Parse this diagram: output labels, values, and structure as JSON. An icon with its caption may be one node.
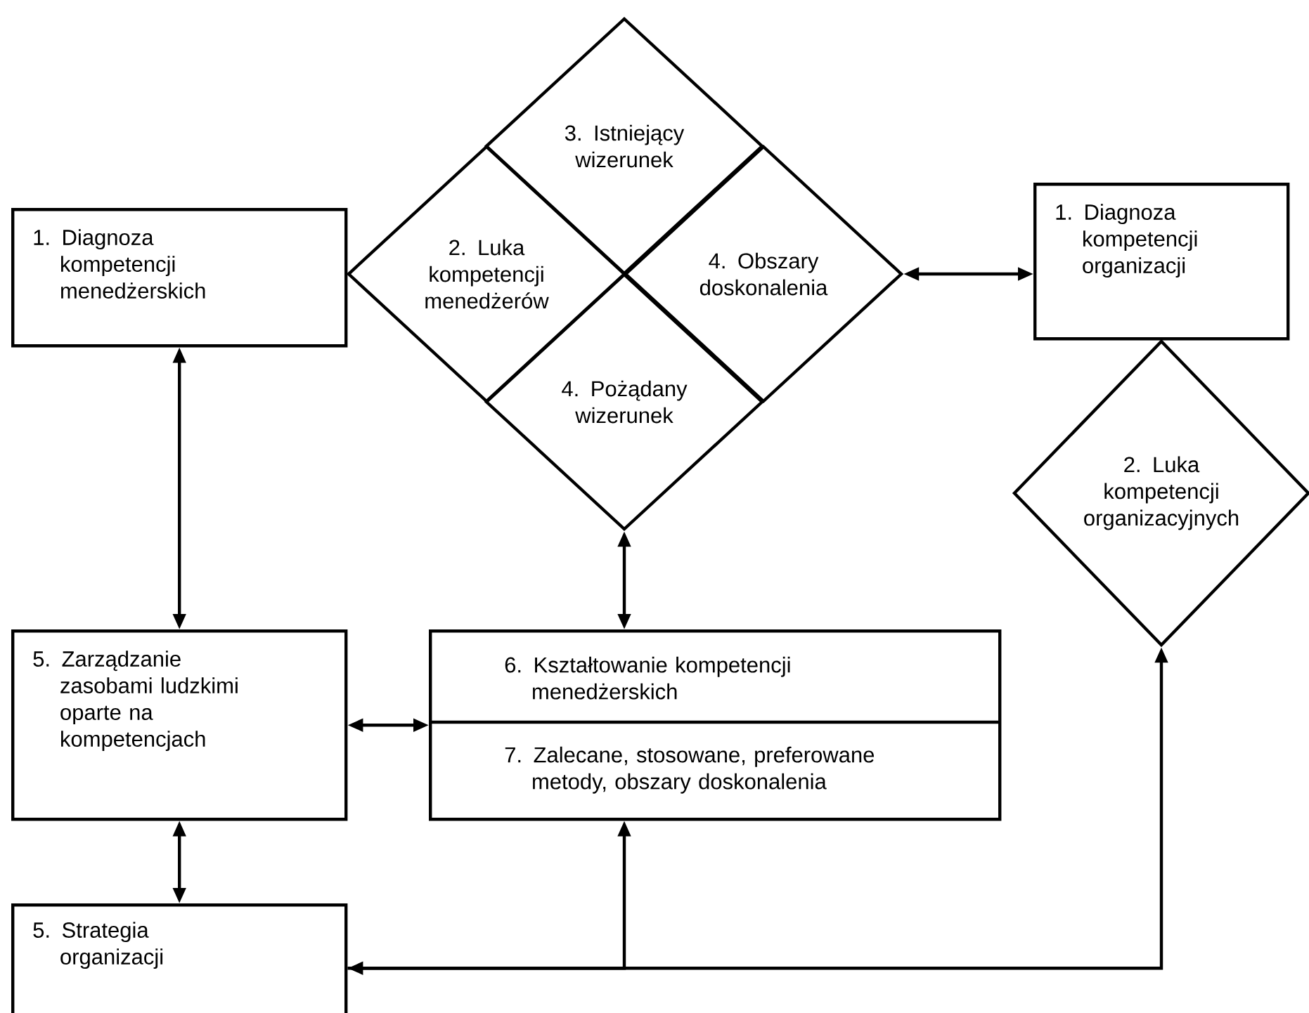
{
  "diagram": {
    "nodes": [
      {
        "text": [
          "1. Diagnoza kompetencji menedżerskich"
        ]
      },
      {
        "text": [
          "3. Istniejący wizerunek"
        ]
      },
      {
        "text": [
          "2. Luka kompetencji menedżerów"
        ]
      },
      {
        "text": [
          "4. Obszary doskonalenia"
        ]
      },
      {
        "text": [
          "4. Pożądany wizerunek"
        ]
      },
      {
        "text": [
          "1. Diagnoza kompetencji organizacji"
        ]
      },
      {
        "text": [
          "2. Luka kompetencji organizacyjnych"
        ]
      },
      {
        "text": [
          "5. Zarządzanie zasobami ludzkimi oparte na kompetencjach"
        ]
      },
      {
        "text": [
          "6. Kształtowanie kompetencji menedżerskich",
          "7. Zalecane, stosowane, preferowane metody, obszary doskonalenia"
        ]
      },
      {
        "text": [
          "5. Strategia organizacji"
        ]
      }
    ],
    "edges": [
      {
        "from": 0,
        "to": 7,
        "arrow": "both"
      },
      {
        "from": 3,
        "to": 5,
        "arrow": "both"
      },
      {
        "from": 4,
        "to": 8,
        "arrow": "both"
      },
      {
        "from": 7,
        "to": 8,
        "arrow": "both"
      },
      {
        "from": 7,
        "to": 9,
        "arrow": "both"
      },
      {
        "from": 9,
        "to": 8,
        "arrow": "to"
      },
      {
        "from": 9,
        "to": 6,
        "arrow": "both"
      }
    ]
  }
}
